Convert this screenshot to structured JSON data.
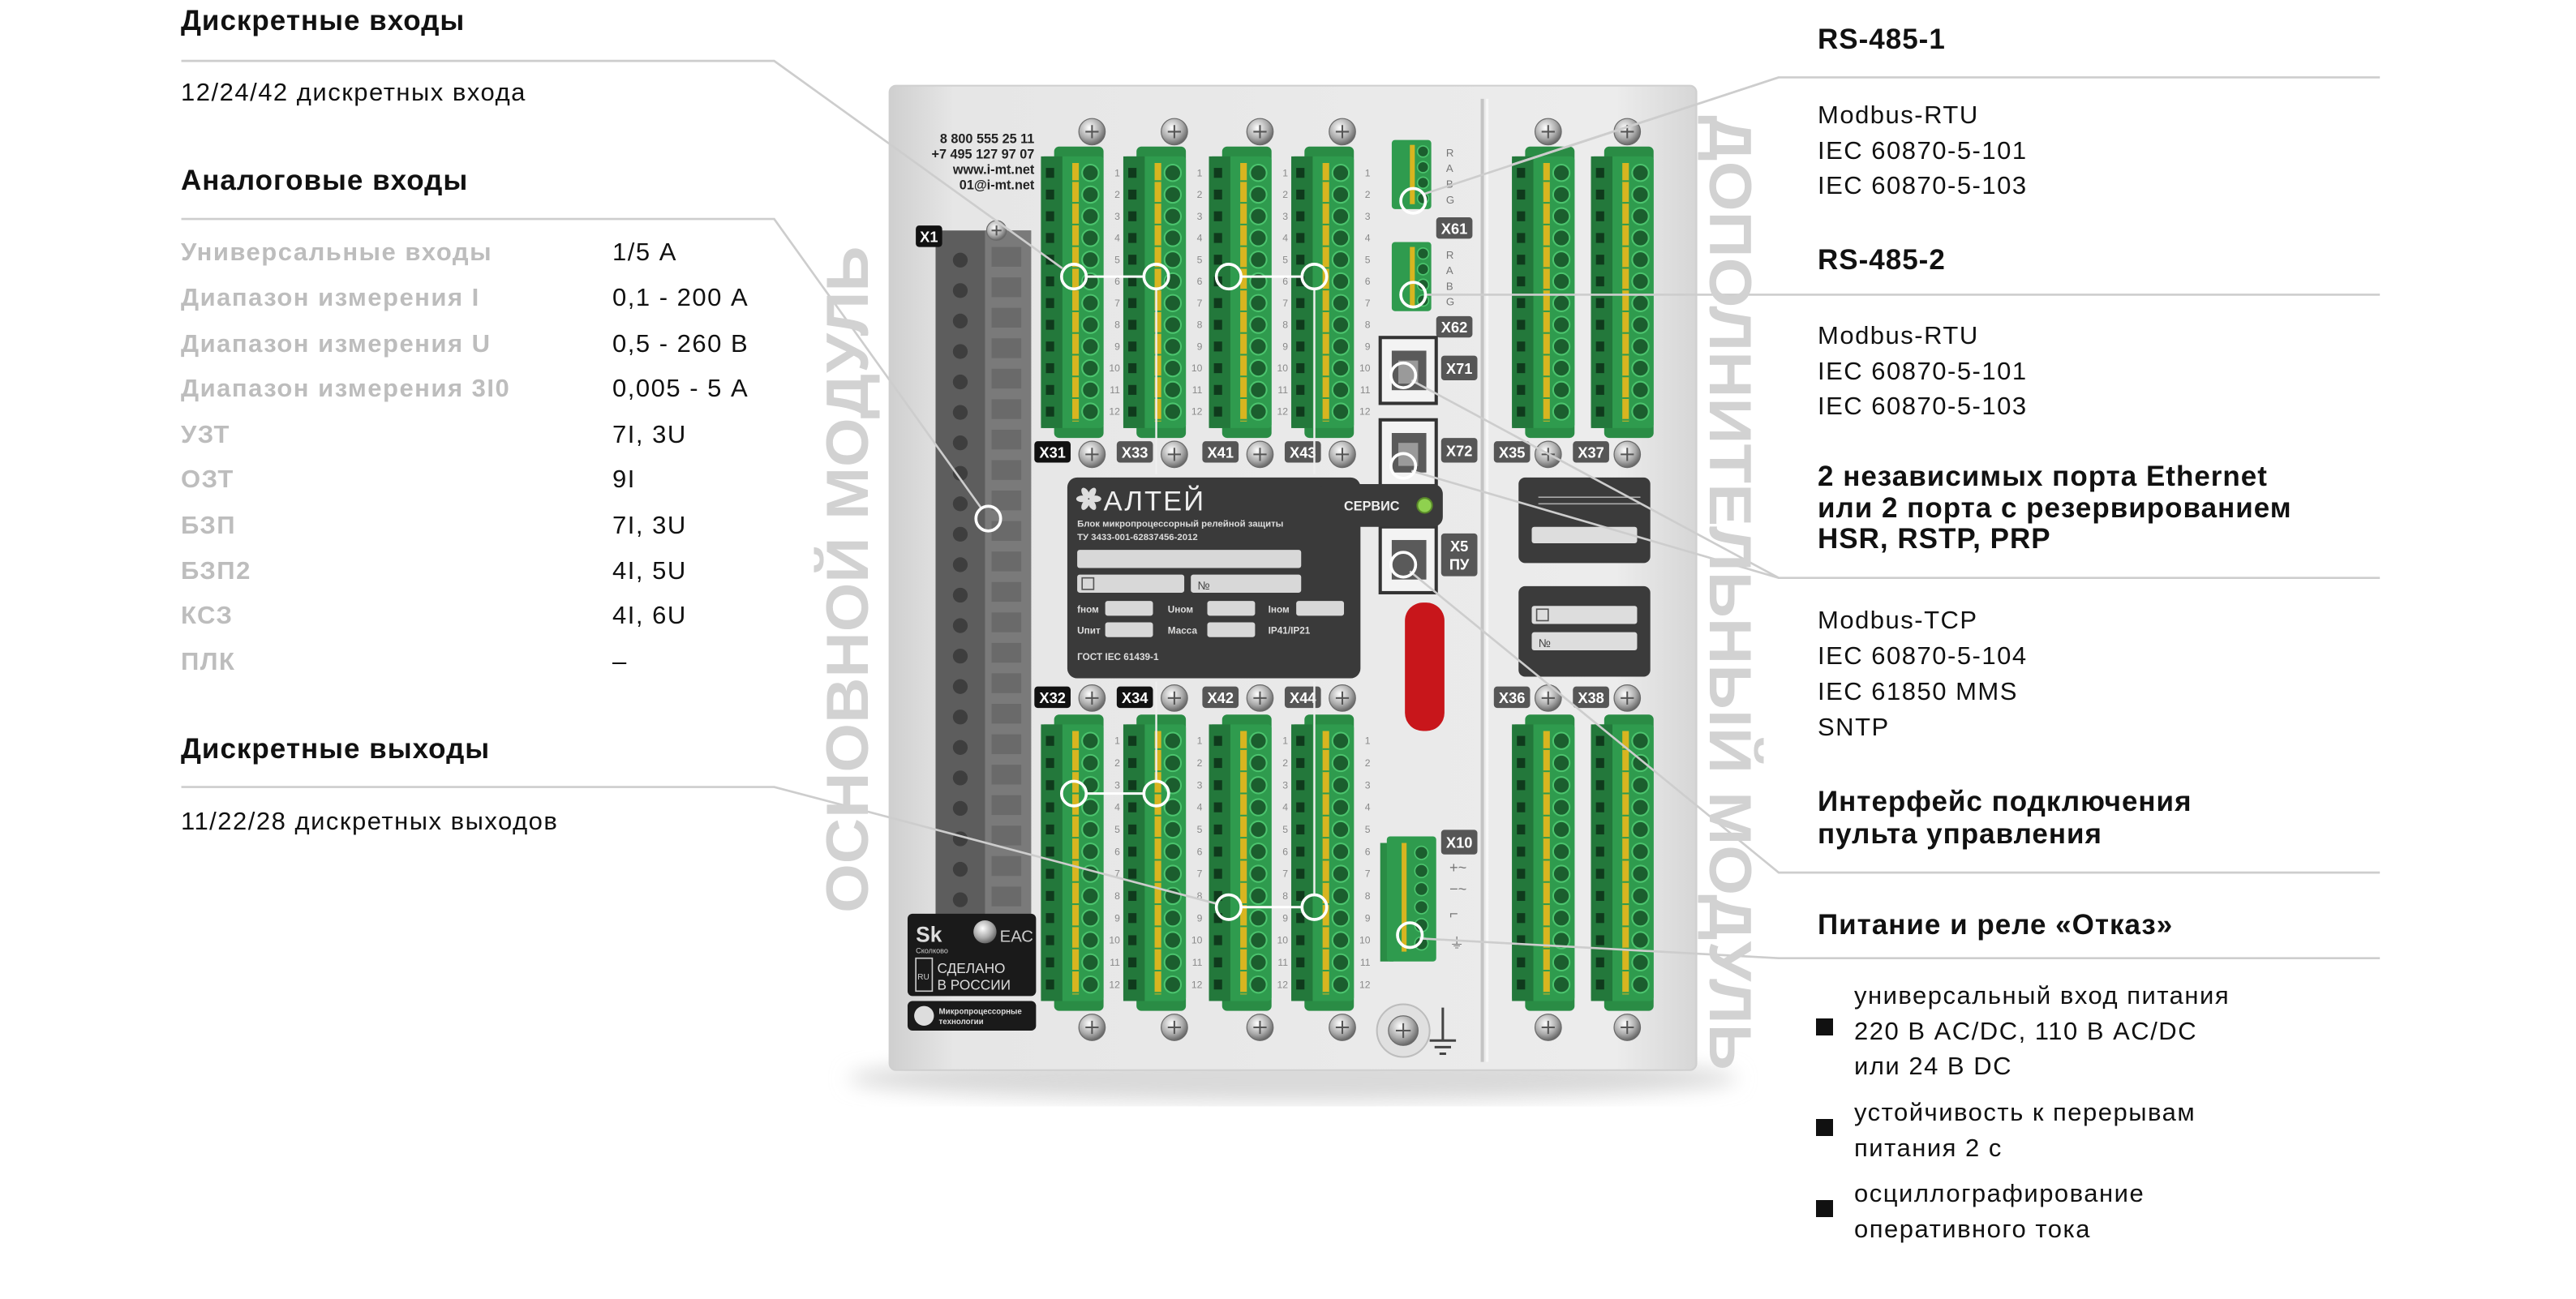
{
  "left": {
    "digital_inputs": {
      "title": "Дискретные входы",
      "text": "12/24/42 дискретных входа"
    },
    "analog_inputs": {
      "title": "Аналоговые входы",
      "rows": [
        {
          "label": "Универсальные входы",
          "value": "1/5 А"
        },
        {
          "label": "Диапазон измерения I",
          "value": "0,1 - 200 А"
        },
        {
          "label": "Диапазон измерения U",
          "value": "0,5 - 260 В"
        },
        {
          "label": "Диапазон измерения 3I0",
          "value": "0,005 - 5 А"
        },
        {
          "label": "УЗТ",
          "value": "7I, 3U"
        },
        {
          "label": "ОЗТ",
          "value": "9I"
        },
        {
          "label": "БЗП",
          "value": "7I, 3U"
        },
        {
          "label": "БЗП2",
          "value": "4I, 5U"
        },
        {
          "label": "КСЗ",
          "value": "4I, 6U"
        },
        {
          "label": "ПЛК",
          "value": "–"
        }
      ]
    },
    "digital_outputs": {
      "title": "Дискретные выходы",
      "text": "11/22/28 дискретных выходов"
    }
  },
  "right": {
    "rs485_1": {
      "title": "RS-485-1",
      "lines": [
        "Modbus-RTU",
        "IEC 60870-5-101",
        "IEC 60870-5-103"
      ]
    },
    "rs485_2": {
      "title": "RS-485-2",
      "lines": [
        "Modbus-RTU",
        "IEC 60870-5-101",
        "IEC 60870-5-103"
      ]
    },
    "ethernet": {
      "title_lines": [
        "2 независимых порта Ethernet",
        "или 2 порта с резервированием",
        "HSR, RSTP, PRP"
      ],
      "lines": [
        "Modbus-TCP",
        "IEC 60870-5-104",
        "IEC 61850 MMS",
        "SNTP"
      ]
    },
    "panel_interface": {
      "title_lines": [
        "Интерфейс подключения",
        "пульта управления"
      ]
    },
    "power": {
      "title": "Питание и реле «Отказ»",
      "bullets": [
        [
          "универсальный вход питания",
          "220 В AC/DC, 110 В AC/DC",
          "или 24 В DC"
        ],
        [
          "устойчивость к перерывам",
          "питания 2 с"
        ],
        [
          "осциллографирование",
          "оперативного тока"
        ]
      ]
    }
  },
  "device": {
    "main_module_label": "ОСНОВНОЙ МОДУЛЬ",
    "extra_module_label": "ДОПОЛНИТЕЛЬНЫЙ МОДУЛЬ",
    "contacts": [
      "8 800 555 25 11",
      "+7 495 127 97 07",
      "www.i-mt.net",
      "01@i-mt.net"
    ],
    "terminals": {
      "x1": "X1",
      "top": [
        "X31",
        "X33",
        "X41",
        "X43"
      ],
      "bottom": [
        "X32",
        "X34",
        "X42",
        "X44"
      ],
      "extra_top": [
        "X35",
        "X37"
      ],
      "extra_bottom": [
        "X36",
        "X38"
      ],
      "rs1": "X61",
      "rs2": "X62",
      "eth1": "X71",
      "eth2": "X72",
      "panel": [
        "X5",
        "ПУ"
      ],
      "power": "X10"
    },
    "rs_pins": [
      "R",
      "A",
      "B",
      "G"
    ],
    "pin_numbers": [
      "1",
      "2",
      "3",
      "4",
      "5",
      "6",
      "7",
      "8",
      "9",
      "10",
      "11",
      "12"
    ],
    "power_symbols": [
      "+~",
      "−~",
      "⌐",
      "⏚"
    ],
    "service_label": "СЕРВИС",
    "led_color": "#8fd14f",
    "nameplate": {
      "brand": "АЛТЕЙ",
      "product": "Блок микропроцессорный релейной защиты",
      "spec": "ТУ 3433-001-62837456-2012",
      "number_sign": "№",
      "fields": [
        "fном",
        "Uном",
        "Iном",
        "Uпит",
        "Масса",
        "IP41/IP21"
      ],
      "standard": "ГОСТ IEC 61439-1"
    },
    "badges": {
      "skolkovo": "Sk",
      "skolkovo_name": "Сколково",
      "eac": "ЕАС",
      "ru": "RU",
      "made_in": [
        "СДЕЛАНО",
        "В РОССИИ"
      ],
      "company": [
        "Микропроцессорные",
        "технологии"
      ]
    },
    "colors": {
      "terminal_green": "#2f9b4e",
      "alarm_red": "#c8161b",
      "panel": "#e4e4e4"
    }
  }
}
